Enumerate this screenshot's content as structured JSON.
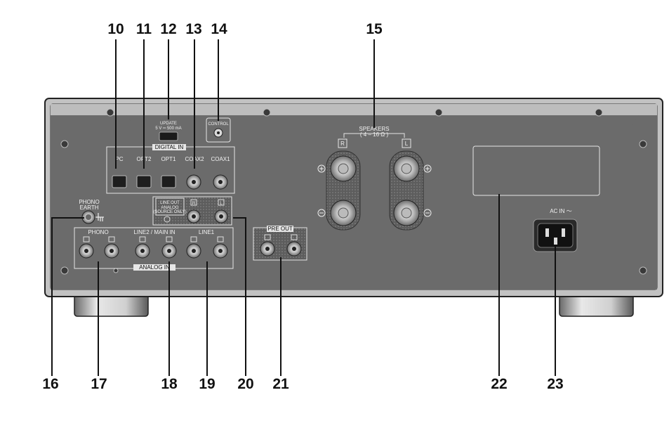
{
  "callouts": {
    "n10": "10",
    "n11": "11",
    "n12": "12",
    "n13": "13",
    "n14": "14",
    "n15": "15",
    "n16": "16",
    "n17": "17",
    "n18": "18",
    "n19": "19",
    "n20": "20",
    "n21": "21",
    "n22": "22",
    "n23": "23"
  },
  "labels": {
    "update": "UPDATE",
    "update_spec": "5 V ═ 500 mA",
    "control": "CONTROL",
    "digital_in": "DIGITAL IN",
    "pc": "PC",
    "opt2": "OPT2",
    "opt1": "OPT1",
    "coax2": "COAX2",
    "coax1": "COAX1",
    "speakers": "SPEAKERS",
    "speakers_imp": "( 4 – 16 Ω )",
    "spk_r": "R",
    "spk_l": "L",
    "phono_earth_1": "PHONO",
    "phono_earth_2": "EARTH",
    "line_out": "LINE OUT",
    "line_out_sub1": "ANALOG",
    "line_out_sub2": "(SOURCE ONLY)",
    "phono": "PHONO",
    "line2": "LINE2 / MAIN IN",
    "line1": "LINE1",
    "analog_in": "ANALOG IN",
    "pre_out": "PRE OUT",
    "ac_in": "AC IN ～",
    "r": "R",
    "l": "L"
  },
  "colors": {
    "panel": "#6b6b6b",
    "frame": "#b9b9b9",
    "label_box": "#f2f2f2",
    "callout": "#111111"
  }
}
